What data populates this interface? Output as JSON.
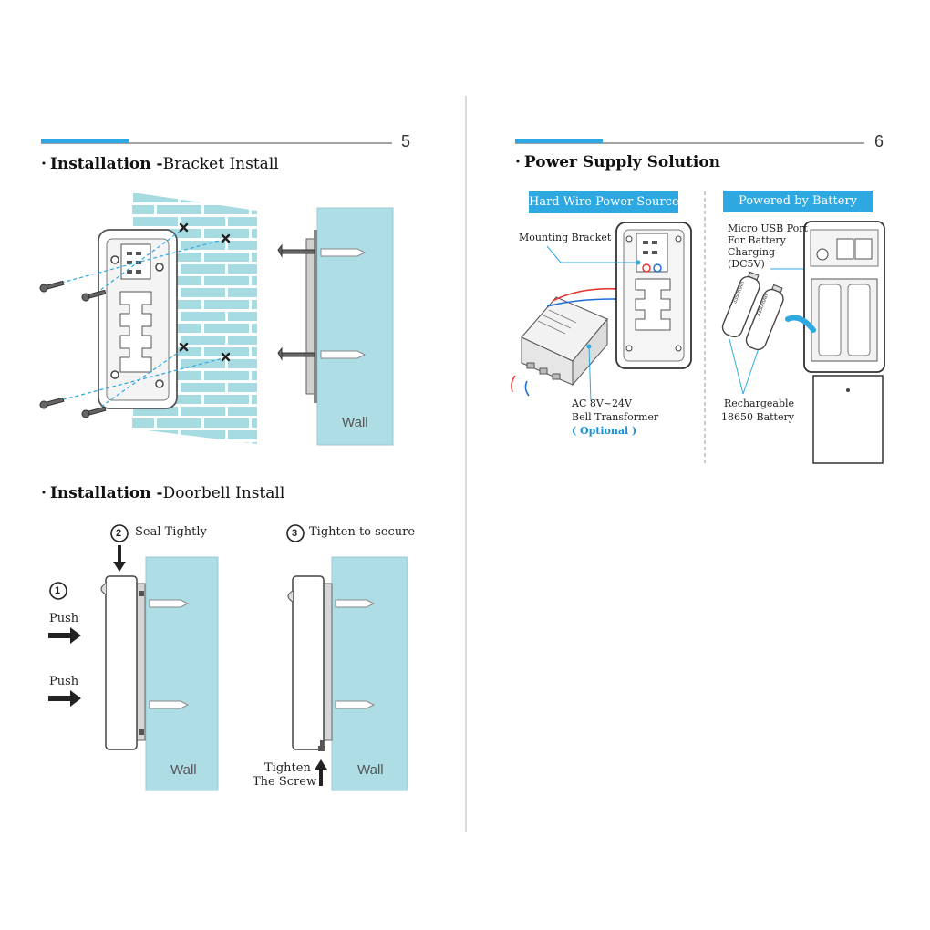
{
  "page_left": {
    "page_number": "5",
    "section1": {
      "bold": "Installation -",
      "normal": "Bracket Install",
      "wall_label": "Wall"
    },
    "section2": {
      "bold": "Installation -",
      "normal": "Doorbell Install",
      "step1_num": "1",
      "push_label_1": "Push",
      "push_label_2": "Push",
      "step2_num": "2",
      "step2_text": "Seal Tightly",
      "step3_num": "3",
      "step3_text": "Tighten to secure",
      "tighten_line1": "Tighten",
      "tighten_line2": "The Screw",
      "wall_label_a": "Wall",
      "wall_label_b": "Wall"
    }
  },
  "page_right": {
    "page_number": "6",
    "heading": "Power Supply Solution",
    "hardwire_banner": "Hard Wire Power Source",
    "battery_banner": "Powered by Battery",
    "mounting_bracket": "Mounting Bracket",
    "transformer_line1": "AC 8V~24V",
    "transformer_line2": "Bell Transformer",
    "transformer_optional": "( Optional )",
    "usb_line1": "Micro USB Port",
    "usb_line2": "For Battery",
    "usb_line3": "Charging",
    "usb_line4": "(DC5V)",
    "battery_line1": "Rechargeable",
    "battery_line2": "18650 Battery",
    "battery_cell_text": "3350mAh"
  },
  "colors": {
    "accent_blue": "#2ea8e0",
    "wall_cyan": "#aedde5",
    "brick_cyan": "#a6dbe2",
    "line_gray": "#555555"
  }
}
